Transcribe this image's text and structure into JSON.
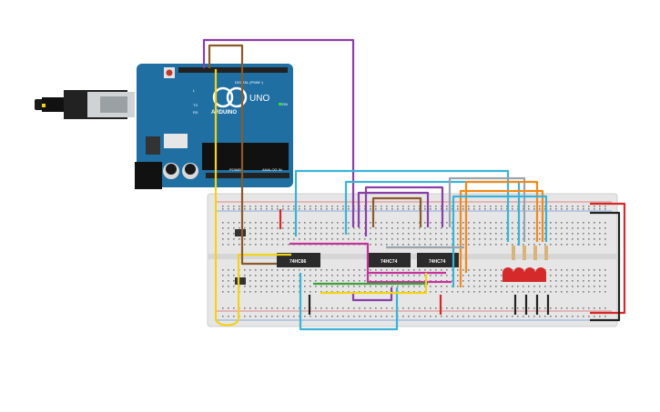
{
  "arduino": {
    "brand": "ARDUINO",
    "model": "UNO",
    "header_digital": "DIGITAL (PWM~)",
    "header_power": "POWER",
    "header_analog": "ANALOG IN",
    "on_label": "ON",
    "tx_label": "TX",
    "rx_label": "RX",
    "l_label": "L",
    "color_board": "#1f6fa3"
  },
  "chips": [
    {
      "name": "74HC86"
    },
    {
      "name": "74HC74"
    },
    {
      "name": "74HC74"
    }
  ],
  "leds": {
    "count": 4,
    "color": "#d42a2a"
  },
  "resistors": {
    "count": 4
  },
  "wire_colors": {
    "purple": "#8a3fa8",
    "brown": "#8a5a2b",
    "yellow": "#f3d21a",
    "teal": "#3bb3d6",
    "orange": "#f08a1c",
    "red": "#d62828",
    "black": "#222222",
    "green": "#3aa23a",
    "magenta": "#c2349b",
    "gray": "#9aa4ad"
  }
}
